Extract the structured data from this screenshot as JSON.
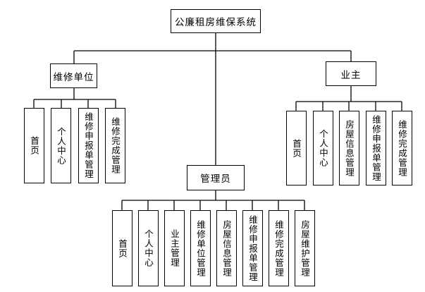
{
  "root": {
    "label": "公廉租房维保系统"
  },
  "branches": [
    {
      "id": "maintenance-unit",
      "label": "维修单位",
      "children": [
        "首页",
        "个人中心",
        "维修申报单管理",
        "维修完成管理"
      ]
    },
    {
      "id": "owner",
      "label": "业主",
      "children": [
        "首页",
        "个人中心",
        "房屋信息管理",
        "维修申报单管理",
        "维修完成管理"
      ]
    },
    {
      "id": "admin",
      "label": "管理员",
      "children": [
        "首页",
        "个人中心",
        "业主管理",
        "维修单位管理",
        "房屋信息管理",
        "维修申报单管理",
        "维修完成管理",
        "房屋维护管理"
      ]
    }
  ]
}
